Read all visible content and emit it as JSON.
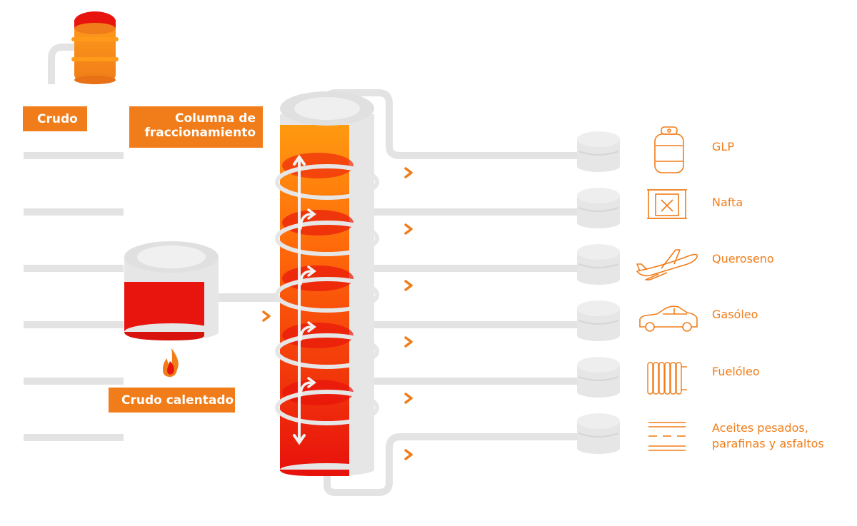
{
  "labels": {
    "crudo": "Crudo",
    "columna_line1": "Columna de",
    "columna_line2": "fraccionamiento",
    "crudo_calentado": "Crudo calentado"
  },
  "products": [
    {
      "id": "glp",
      "label": "GLP",
      "icon": "gas-cylinder-icon"
    },
    {
      "id": "nafta",
      "label": "Nafta",
      "icon": "fuel-can-icon"
    },
    {
      "id": "queroseno",
      "label": "Queroseno",
      "icon": "airplane-icon"
    },
    {
      "id": "gasoleo",
      "label": "Gasóleo",
      "icon": "car-icon"
    },
    {
      "id": "fueloleo",
      "label": "Fuelóleo",
      "icon": "radiator-icon"
    },
    {
      "id": "aceites",
      "label": "Aceites pesados,",
      "label2": "parafinas y asfaltos",
      "icon": "road-icon"
    }
  ],
  "colors": {
    "orange": "#f07d1a",
    "red": "#e8150f",
    "pipe": "#e3e3e3",
    "tank": "#e6e6e6"
  }
}
